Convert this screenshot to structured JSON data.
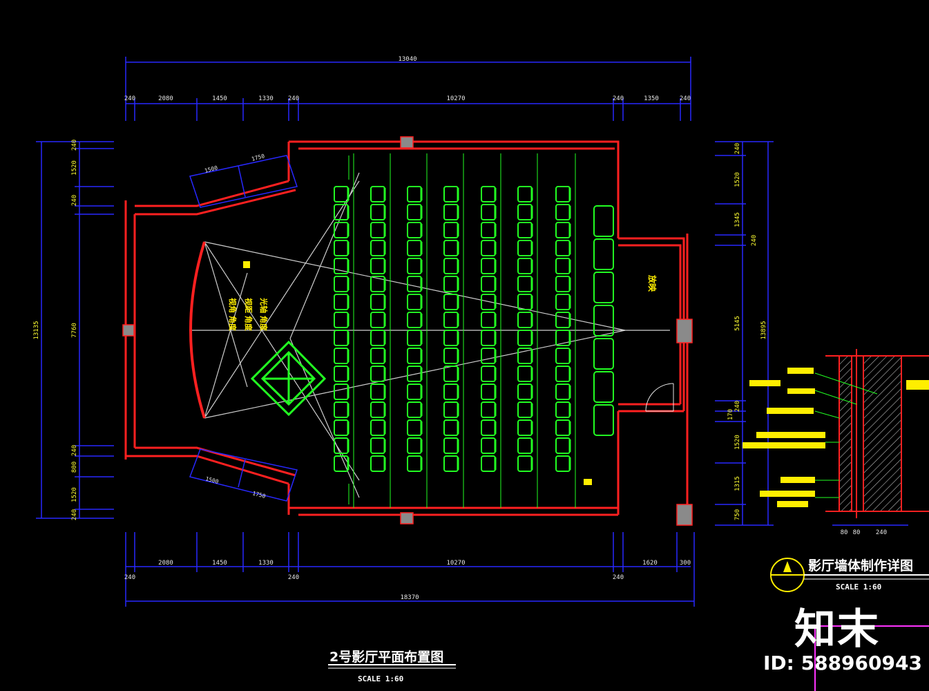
{
  "drawing": {
    "plan_title": "2号影厅平面布置图",
    "plan_scale": "SCALE 1:60",
    "detail_title": "影厅墙体制作详图",
    "detail_scale": "SCALE 1:60"
  },
  "dimensions": {
    "top_total": "13040",
    "top_segments": [
      "240",
      "2080",
      "1450",
      "1330",
      "240",
      "10270",
      "240",
      "1350",
      "240"
    ],
    "bottom_segments": [
      "2080",
      "1450",
      "1330",
      "10270",
      "1620",
      "300"
    ],
    "bottom_labels": [
      "240",
      "240",
      "240"
    ],
    "bottom_total": "18370",
    "left_total": "13135",
    "left_segments": [
      "240",
      "1520",
      "240",
      "7760",
      "240",
      "800",
      "1520",
      "240"
    ],
    "right_segments": [
      "240",
      "1520",
      "1345",
      "240",
      "5145",
      "170",
      "240",
      "1520",
      "1315",
      "750"
    ],
    "right_total": "13895",
    "detail_bottom": [
      "80",
      "80",
      "240"
    ]
  },
  "labels": {
    "room": "放映",
    "vision_1": "光轴 角度",
    "vision_2": "视距 角度",
    "vision_3": "视角 角度"
  },
  "colors": {
    "wall": "#ff2020",
    "seat": "#22ff22",
    "dimension": "#2828ff",
    "sightline": "#cfcfcf"
  },
  "seating": {
    "columns": 8,
    "rows_per_column": 16
  },
  "watermark": {
    "logo": "知末",
    "id": "ID: 588960943"
  }
}
